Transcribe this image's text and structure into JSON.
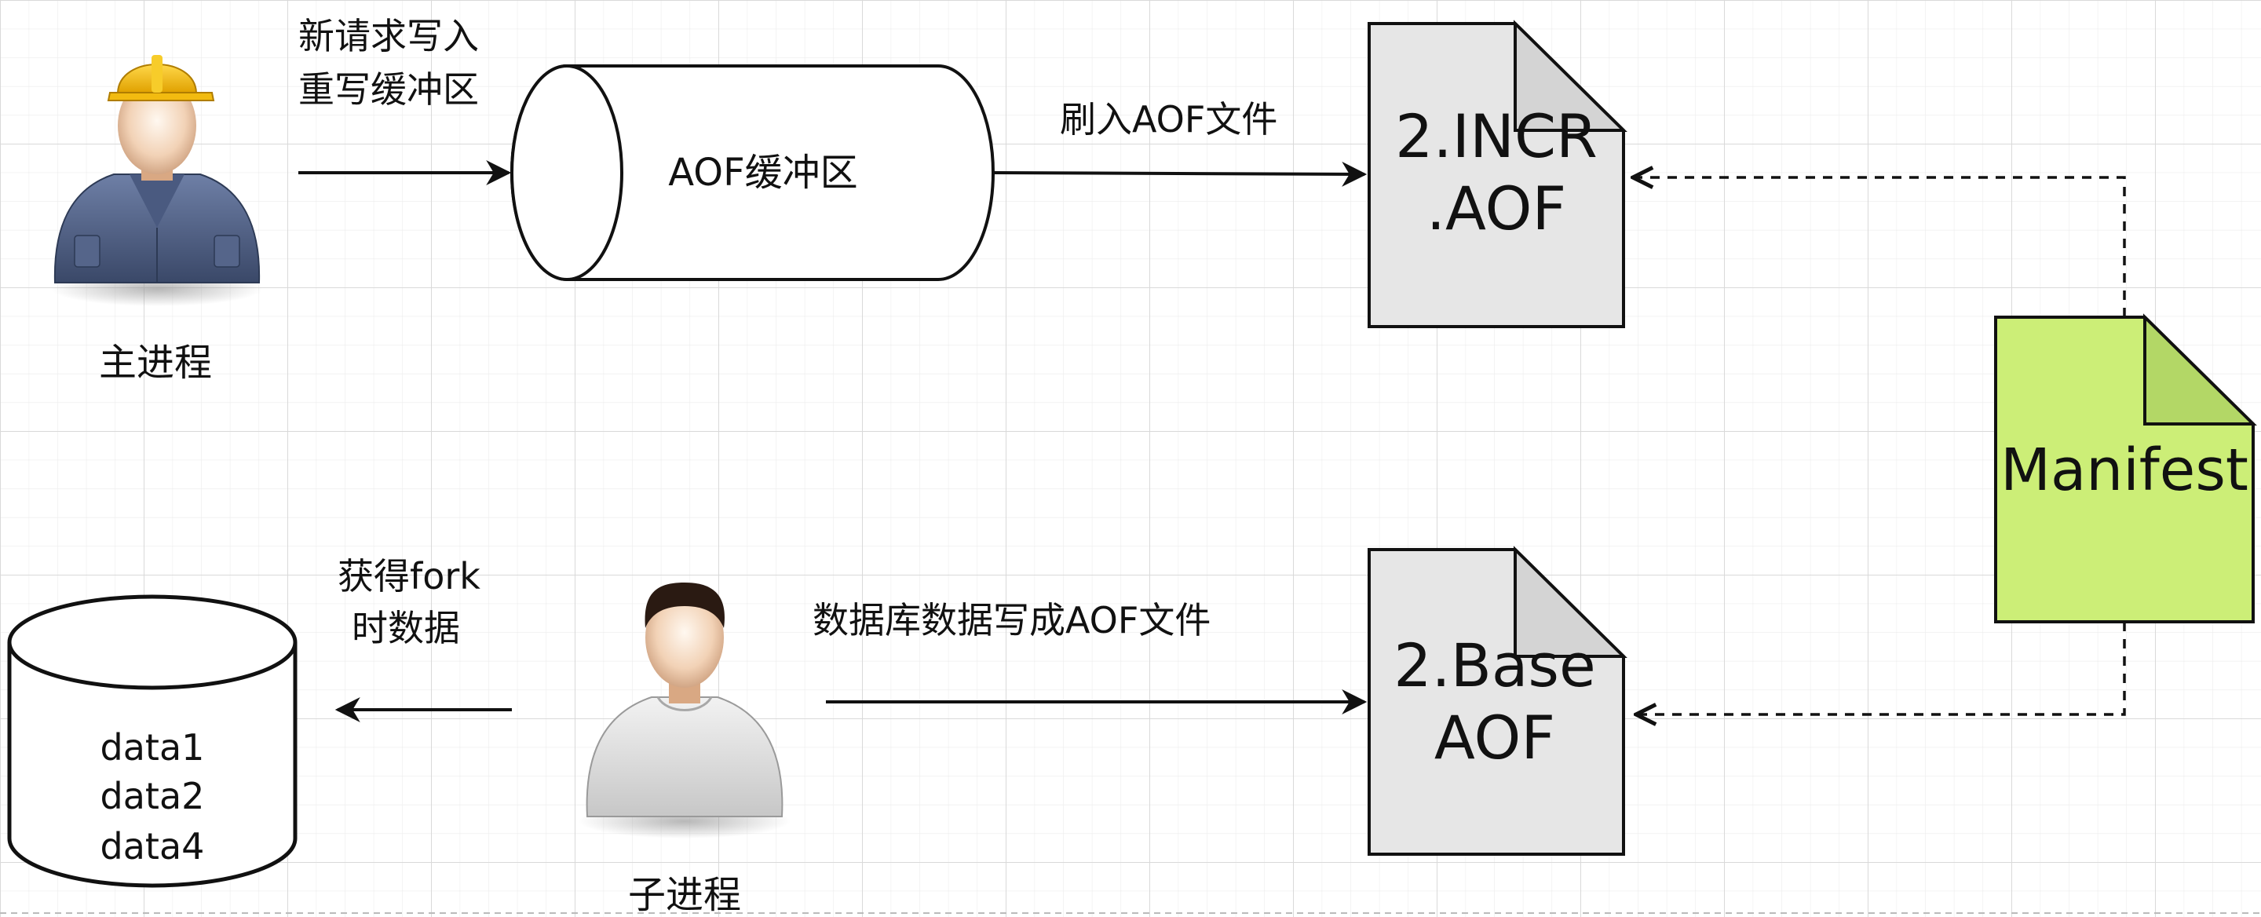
{
  "labels": {
    "main_process": "主进程",
    "new_request_line1": "新请求写入",
    "new_request_line2": "重写缓冲区",
    "aof_buffer": "AOF缓冲区",
    "flush_aof": "刷入AOF文件",
    "incr_line1": "2.INCR",
    "incr_line2": ".AOF",
    "manifest": "Manifest",
    "fork_line1": "获得fork",
    "fork_line2": "时数据",
    "child_process": "子进程",
    "write_db": "数据库数据写成AOF文件",
    "base_line1": "2.Base",
    "base_line2": "AOF",
    "db_item1": "data1",
    "db_item2": "data2",
    "db_item3": "data4"
  },
  "colors": {
    "grid": "#d9d9d9",
    "doc_fill": "#e6e6e6",
    "doc_fold": "#d4d4d4",
    "manifest_fill": "#ccee77",
    "manifest_fold": "#b3d766",
    "stroke": "#111111"
  },
  "icons": {
    "worker": "worker-helmet-icon",
    "person": "person-icon"
  }
}
